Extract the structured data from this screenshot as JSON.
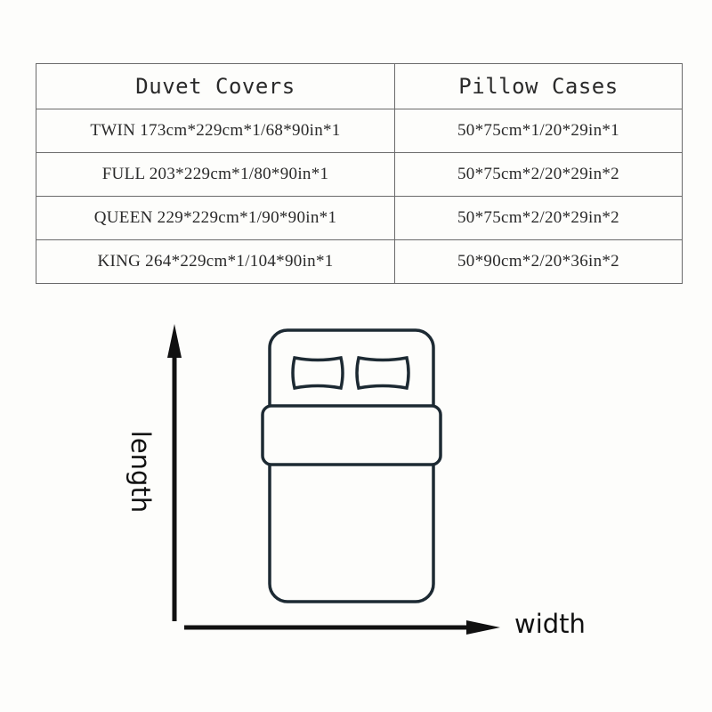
{
  "table": {
    "headers": [
      "Duvet Covers",
      "Pillow Cases"
    ],
    "rows": [
      {
        "duvet": "TWIN 173cm*229cm*1/68*90in*1",
        "pillow": "50*75cm*1/20*29in*1"
      },
      {
        "duvet": "FULL 203*229cm*1/80*90in*1",
        "pillow": "50*75cm*2/20*29in*2"
      },
      {
        "duvet": "QUEEN 229*229cm*1/90*90in*1",
        "pillow": "50*75cm*2/20*29in*2"
      },
      {
        "duvet": "KING 264*229cm*1/104*90in*1",
        "pillow": "50*90cm*2/20*36in*2"
      }
    ]
  },
  "diagram": {
    "length_label": "length",
    "width_label": "width",
    "line_color": "#1d2a33"
  }
}
